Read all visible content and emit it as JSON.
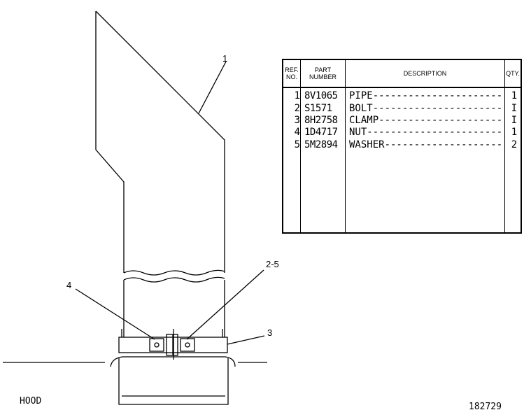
{
  "callouts": {
    "c1": "1",
    "c2_5": "2-5",
    "c3": "3",
    "c4": "4"
  },
  "footer": {
    "hood_label": "HOOD",
    "figure_number": "182729"
  },
  "table": {
    "headers": {
      "ref": "REF.\nNO.",
      "part": "PART\nNUMBER",
      "desc": "DESCRIPTION",
      "qty": "QTY."
    },
    "rows": [
      {
        "ref": "1",
        "part": "8V1065",
        "desc": "PIPE-----------------------------",
        "qty": "1"
      },
      {
        "ref": "2",
        "part": "S1571",
        "desc": "BOLT-----------------------------",
        "qty": "I"
      },
      {
        "ref": "3",
        "part": "8H2758",
        "desc": "CLAMP----------------------------",
        "qty": "I"
      },
      {
        "ref": "4",
        "part": "1D4717",
        "desc": "NUT------------------------------",
        "qty": "1"
      },
      {
        "ref": "5",
        "part": "5M2894",
        "desc": "WASHER-------------------------",
        "qty": "2"
      }
    ]
  }
}
